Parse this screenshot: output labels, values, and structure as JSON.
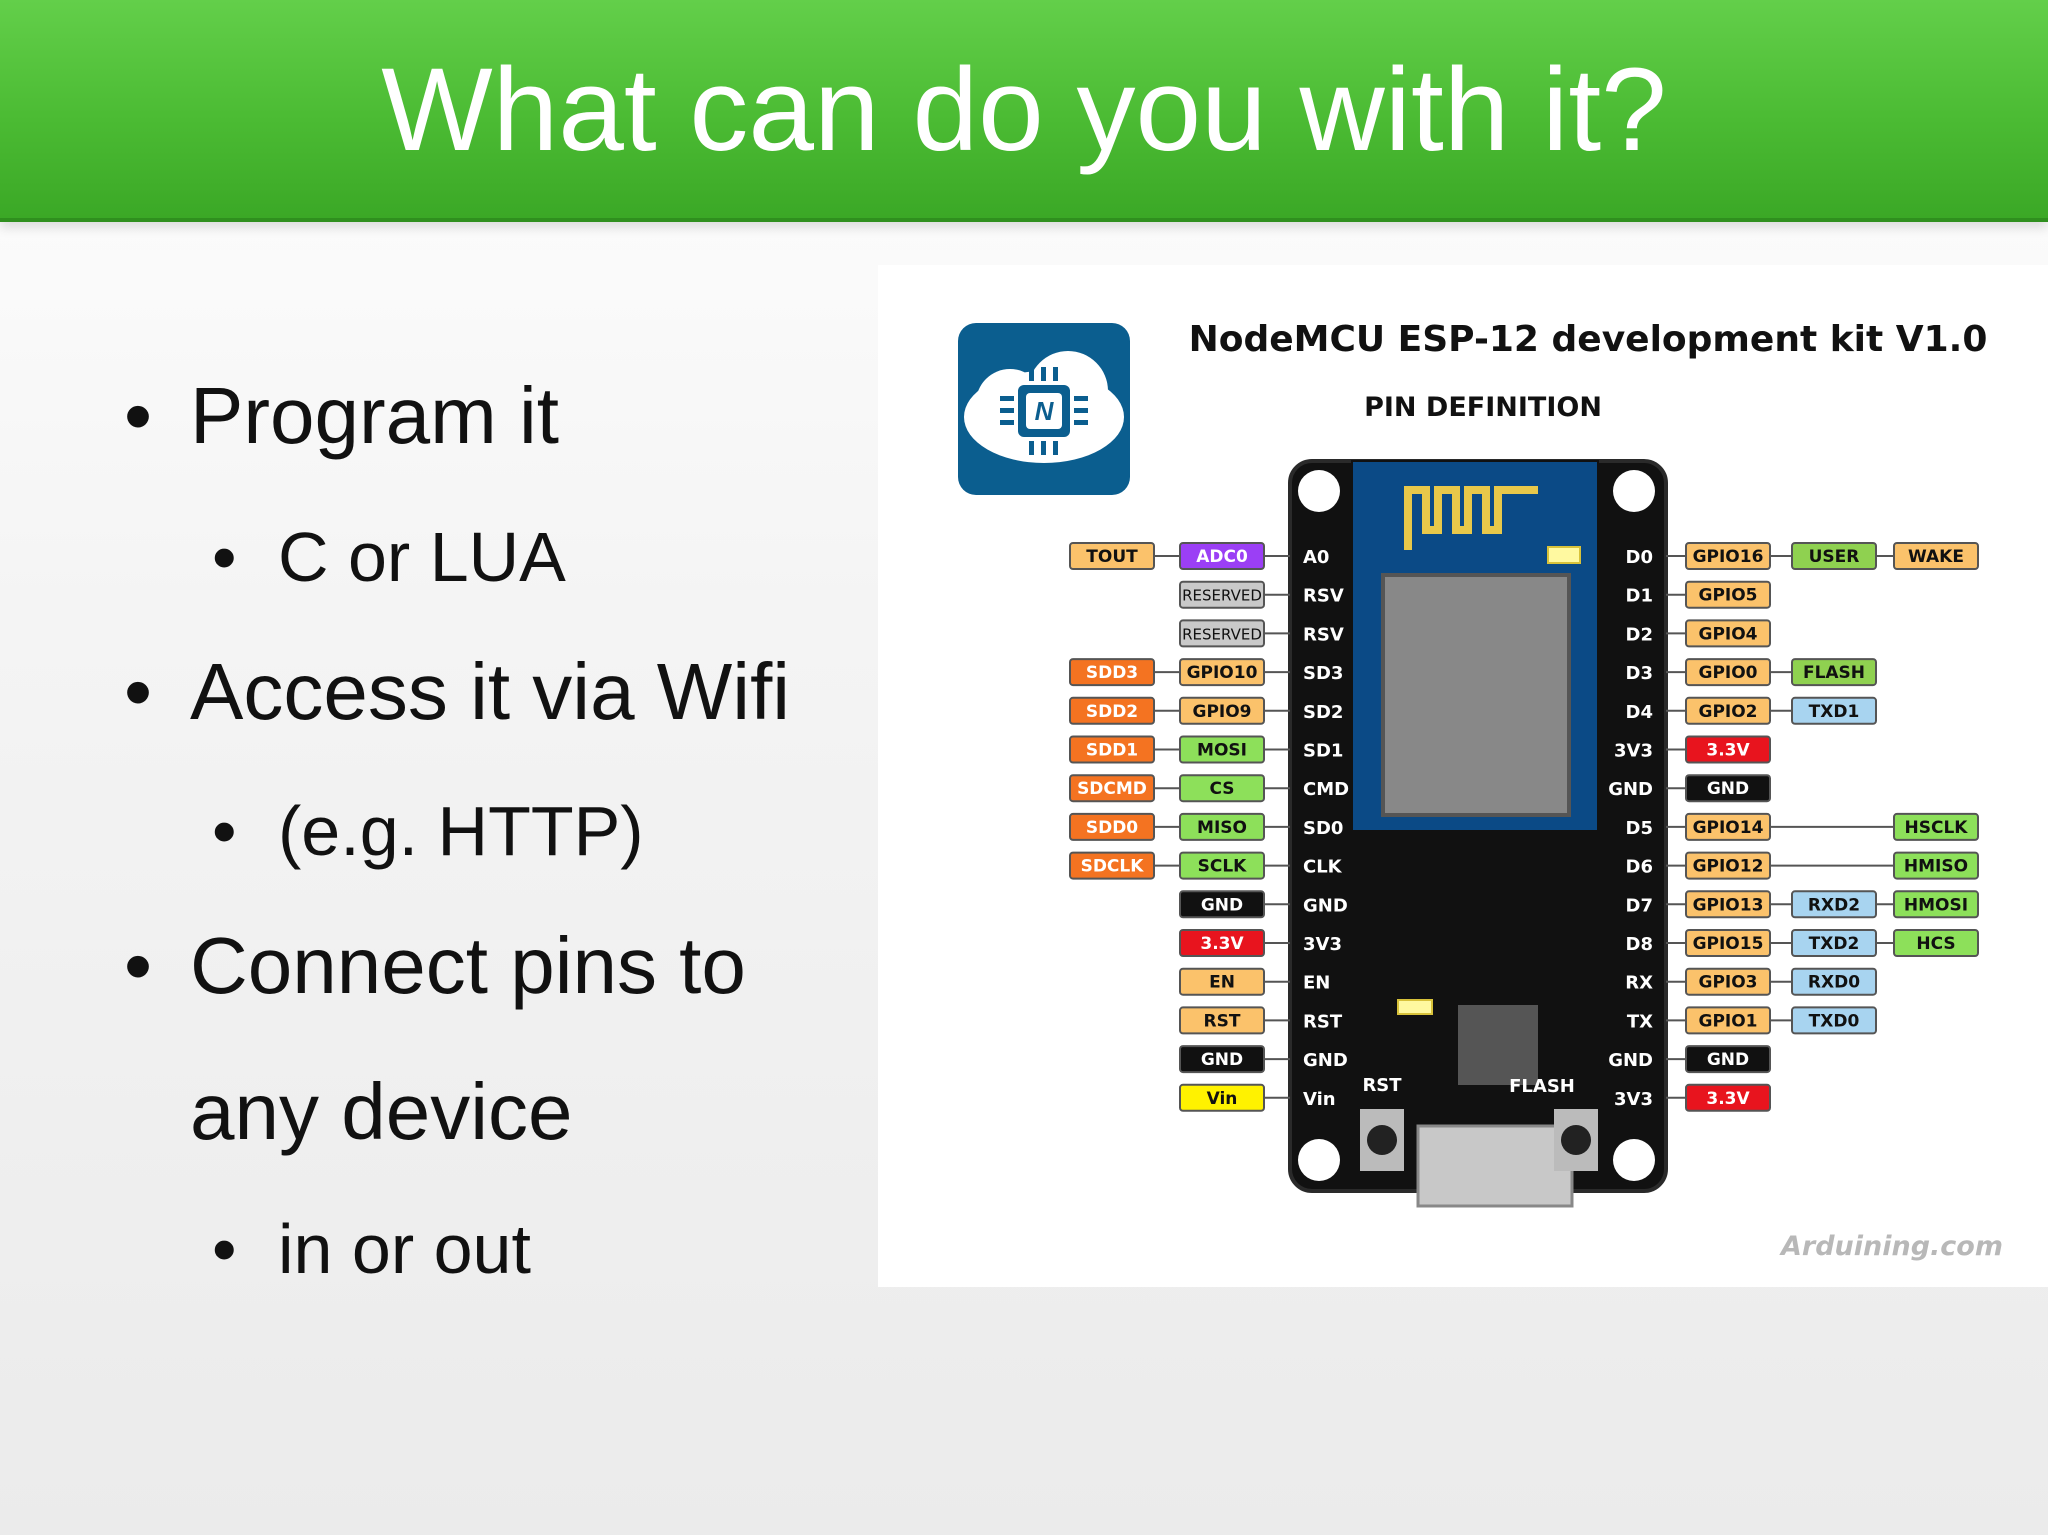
{
  "title": "What can do you with it?",
  "bullets": [
    {
      "level": 1,
      "text": "Program it"
    },
    {
      "level": 2,
      "text": "C or LUA"
    },
    {
      "level": 1,
      "text": "Access it via Wifi"
    },
    {
      "level": 2,
      "text": "(e.g. HTTP)"
    },
    {
      "level": 1,
      "text": "Connect pins to"
    },
    {
      "level": 1,
      "text": "any device"
    },
    {
      "level": 2,
      "text": "in or out"
    }
  ],
  "diagram": {
    "title": "NodeMCU ESP-12 development kit V1.0",
    "subtitle": "PIN DEFINITION",
    "watermark": "Arduining.com",
    "logo": "nodemcu-logo",
    "button_labels": {
      "rst": "RST",
      "flash": "FLASH"
    },
    "colors": {
      "orange": "#f47321",
      "yellow_orange": "#fbc26b",
      "purple": "#9b3ff5",
      "gray": "#c9c9c9",
      "green": "#8de05a",
      "black": "#111111",
      "red": "#e8141e",
      "yellow": "#fff200",
      "blue": "#a8d4f0",
      "olive": "#8fd150",
      "board": "#111111",
      "module": "#0b4a86"
    },
    "left_pins": [
      {
        "board": "A0",
        "labels": [
          {
            "t": "TOUT",
            "c": "yellow_orange"
          },
          {
            "t": "ADC0",
            "c": "purple"
          }
        ]
      },
      {
        "board": "RSV",
        "labels": [
          {
            "t": "RESERVED",
            "c": "gray"
          }
        ]
      },
      {
        "board": "RSV",
        "labels": [
          {
            "t": "RESERVED",
            "c": "gray"
          }
        ]
      },
      {
        "board": "SD3",
        "labels": [
          {
            "t": "SDD3",
            "c": "orange"
          },
          {
            "t": "GPIO10",
            "c": "yellow_orange"
          }
        ]
      },
      {
        "board": "SD2",
        "labels": [
          {
            "t": "SDD2",
            "c": "orange"
          },
          {
            "t": "GPIO9",
            "c": "yellow_orange"
          }
        ]
      },
      {
        "board": "SD1",
        "labels": [
          {
            "t": "SDD1",
            "c": "orange"
          },
          {
            "t": "MOSI",
            "c": "green"
          }
        ]
      },
      {
        "board": "CMD",
        "labels": [
          {
            "t": "SDCMD",
            "c": "orange"
          },
          {
            "t": "CS",
            "c": "green"
          }
        ]
      },
      {
        "board": "SD0",
        "labels": [
          {
            "t": "SDD0",
            "c": "orange"
          },
          {
            "t": "MISO",
            "c": "green"
          }
        ]
      },
      {
        "board": "CLK",
        "labels": [
          {
            "t": "SDCLK",
            "c": "orange"
          },
          {
            "t": "SCLK",
            "c": "green"
          }
        ]
      },
      {
        "board": "GND",
        "labels": [
          {
            "t": "GND",
            "c": "black"
          }
        ]
      },
      {
        "board": "3V3",
        "labels": [
          {
            "t": "3.3V",
            "c": "red"
          }
        ]
      },
      {
        "board": "EN",
        "labels": [
          {
            "t": "EN",
            "c": "yellow_orange"
          }
        ]
      },
      {
        "board": "RST",
        "labels": [
          {
            "t": "RST",
            "c": "yellow_orange"
          }
        ]
      },
      {
        "board": "GND",
        "labels": [
          {
            "t": "GND",
            "c": "black"
          }
        ]
      },
      {
        "board": "Vin",
        "labels": [
          {
            "t": "Vin",
            "c": "yellow"
          }
        ]
      }
    ],
    "right_pins": [
      {
        "board": "D0",
        "labels": [
          {
            "t": "GPIO16",
            "c": "yellow_orange"
          },
          {
            "t": "USER",
            "c": "olive"
          },
          {
            "t": "WAKE",
            "c": "yellow_orange"
          }
        ]
      },
      {
        "board": "D1",
        "labels": [
          {
            "t": "GPIO5",
            "c": "yellow_orange"
          }
        ]
      },
      {
        "board": "D2",
        "labels": [
          {
            "t": "GPIO4",
            "c": "yellow_orange"
          }
        ]
      },
      {
        "board": "D3",
        "labels": [
          {
            "t": "GPIO0",
            "c": "yellow_orange"
          },
          {
            "t": "FLASH",
            "c": "olive"
          }
        ]
      },
      {
        "board": "D4",
        "labels": [
          {
            "t": "GPIO2",
            "c": "yellow_orange"
          },
          {
            "t": "TXD1",
            "c": "blue"
          }
        ]
      },
      {
        "board": "3V3",
        "labels": [
          {
            "t": "3.3V",
            "c": "red"
          }
        ]
      },
      {
        "board": "GND",
        "labels": [
          {
            "t": "GND",
            "c": "black"
          }
        ]
      },
      {
        "board": "D5",
        "labels": [
          {
            "t": "GPIO14",
            "c": "yellow_orange"
          },
          {
            "t": "",
            "c": ""
          },
          {
            "t": "HSCLK",
            "c": "green"
          }
        ]
      },
      {
        "board": "D6",
        "labels": [
          {
            "t": "GPIO12",
            "c": "yellow_orange"
          },
          {
            "t": "",
            "c": ""
          },
          {
            "t": "HMISO",
            "c": "green"
          }
        ]
      },
      {
        "board": "D7",
        "labels": [
          {
            "t": "GPIO13",
            "c": "yellow_orange"
          },
          {
            "t": "RXD2",
            "c": "blue"
          },
          {
            "t": "HMOSI",
            "c": "green"
          }
        ]
      },
      {
        "board": "D8",
        "labels": [
          {
            "t": "GPIO15",
            "c": "yellow_orange"
          },
          {
            "t": "TXD2",
            "c": "blue"
          },
          {
            "t": "HCS",
            "c": "green"
          }
        ]
      },
      {
        "board": "RX",
        "labels": [
          {
            "t": "GPIO3",
            "c": "yellow_orange"
          },
          {
            "t": "RXD0",
            "c": "blue"
          }
        ]
      },
      {
        "board": "TX",
        "labels": [
          {
            "t": "GPIO1",
            "c": "yellow_orange"
          },
          {
            "t": "TXD0",
            "c": "blue"
          }
        ]
      },
      {
        "board": "GND",
        "labels": [
          {
            "t": "GND",
            "c": "black"
          }
        ]
      },
      {
        "board": "3V3",
        "labels": [
          {
            "t": "3.3V",
            "c": "red"
          }
        ]
      }
    ]
  }
}
